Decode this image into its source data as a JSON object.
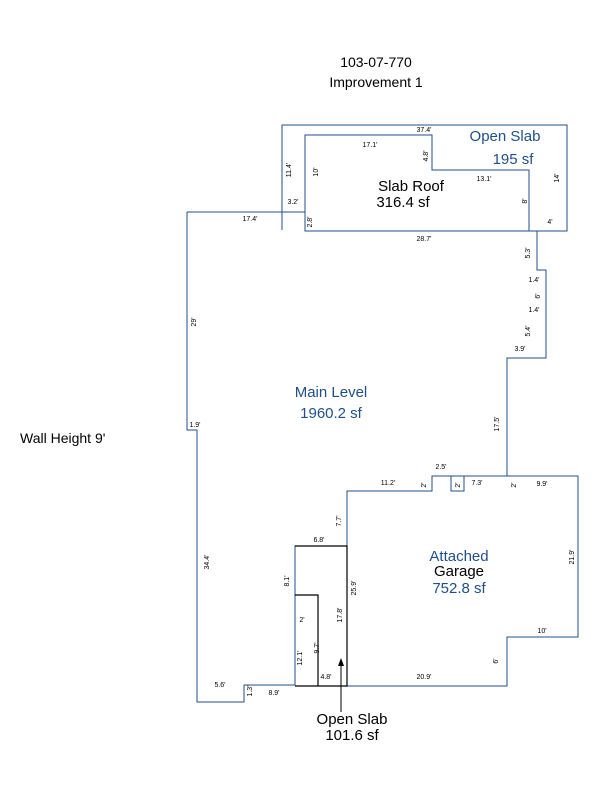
{
  "header": {
    "parcel_id": "103-07-770",
    "improvement": "Improvement 1"
  },
  "wall_height": "Wall Height 9'",
  "areas": {
    "open_slab_top": {
      "name": "Open Slab",
      "size": "195 sf"
    },
    "slab_roof": {
      "name": "Slab Roof",
      "size": "316.4 sf"
    },
    "main_level": {
      "name": "Main Level",
      "size": "1960.2 sf"
    },
    "garage": {
      "name1": "Attached",
      "name2": "Garage",
      "size": "752.8 sf"
    },
    "open_slab_bottom": {
      "name": "Open Slab",
      "size": "101.6 sf"
    }
  },
  "dimensions": {
    "d37_4": "37.4'",
    "d17_1": "17.1'",
    "d4_8": "4.8'",
    "d10": "10'",
    "d11_4": "11.4'",
    "d13_1": "13.1'",
    "d14": "14'",
    "d8_top": "8'",
    "d3_2": "3.2'",
    "d2_8": "2.8'",
    "d4": "4'",
    "d17_4": "17.4'",
    "d28_7": "28.7'",
    "d5_3": "5.3'",
    "d1_4a": "1.4'",
    "d6": "6'",
    "d1_4b": "1.4'",
    "d5_4": "5.4'",
    "d3_9": "3.9'",
    "d29": "29'",
    "d1_9": "1.9'",
    "d17_5": "17.5'",
    "d2_5": "2.5'",
    "d11_2": "11.2'",
    "d2a": "2'",
    "d2b": "2'",
    "d7_3": "7.3'",
    "d2c": "2'",
    "d9_9": "9.9'",
    "d7_7": "7.7'",
    "d6_8": "6.8'",
    "d34_4": "34.4'",
    "d8_1": "8.1'",
    "d25_9": "25.9'",
    "d17_8": "17.8'",
    "d2d": "2'",
    "d21_9": "21.9'",
    "d10b": "10'",
    "d12_1": "12.1'",
    "d9_7": "9.7'",
    "d6b": "6'",
    "d4_8b": "4.8'",
    "d20_9": "20.9'",
    "d5_6": "5.6'",
    "d1_3": "1.3'",
    "d8_9": "8.9'"
  }
}
